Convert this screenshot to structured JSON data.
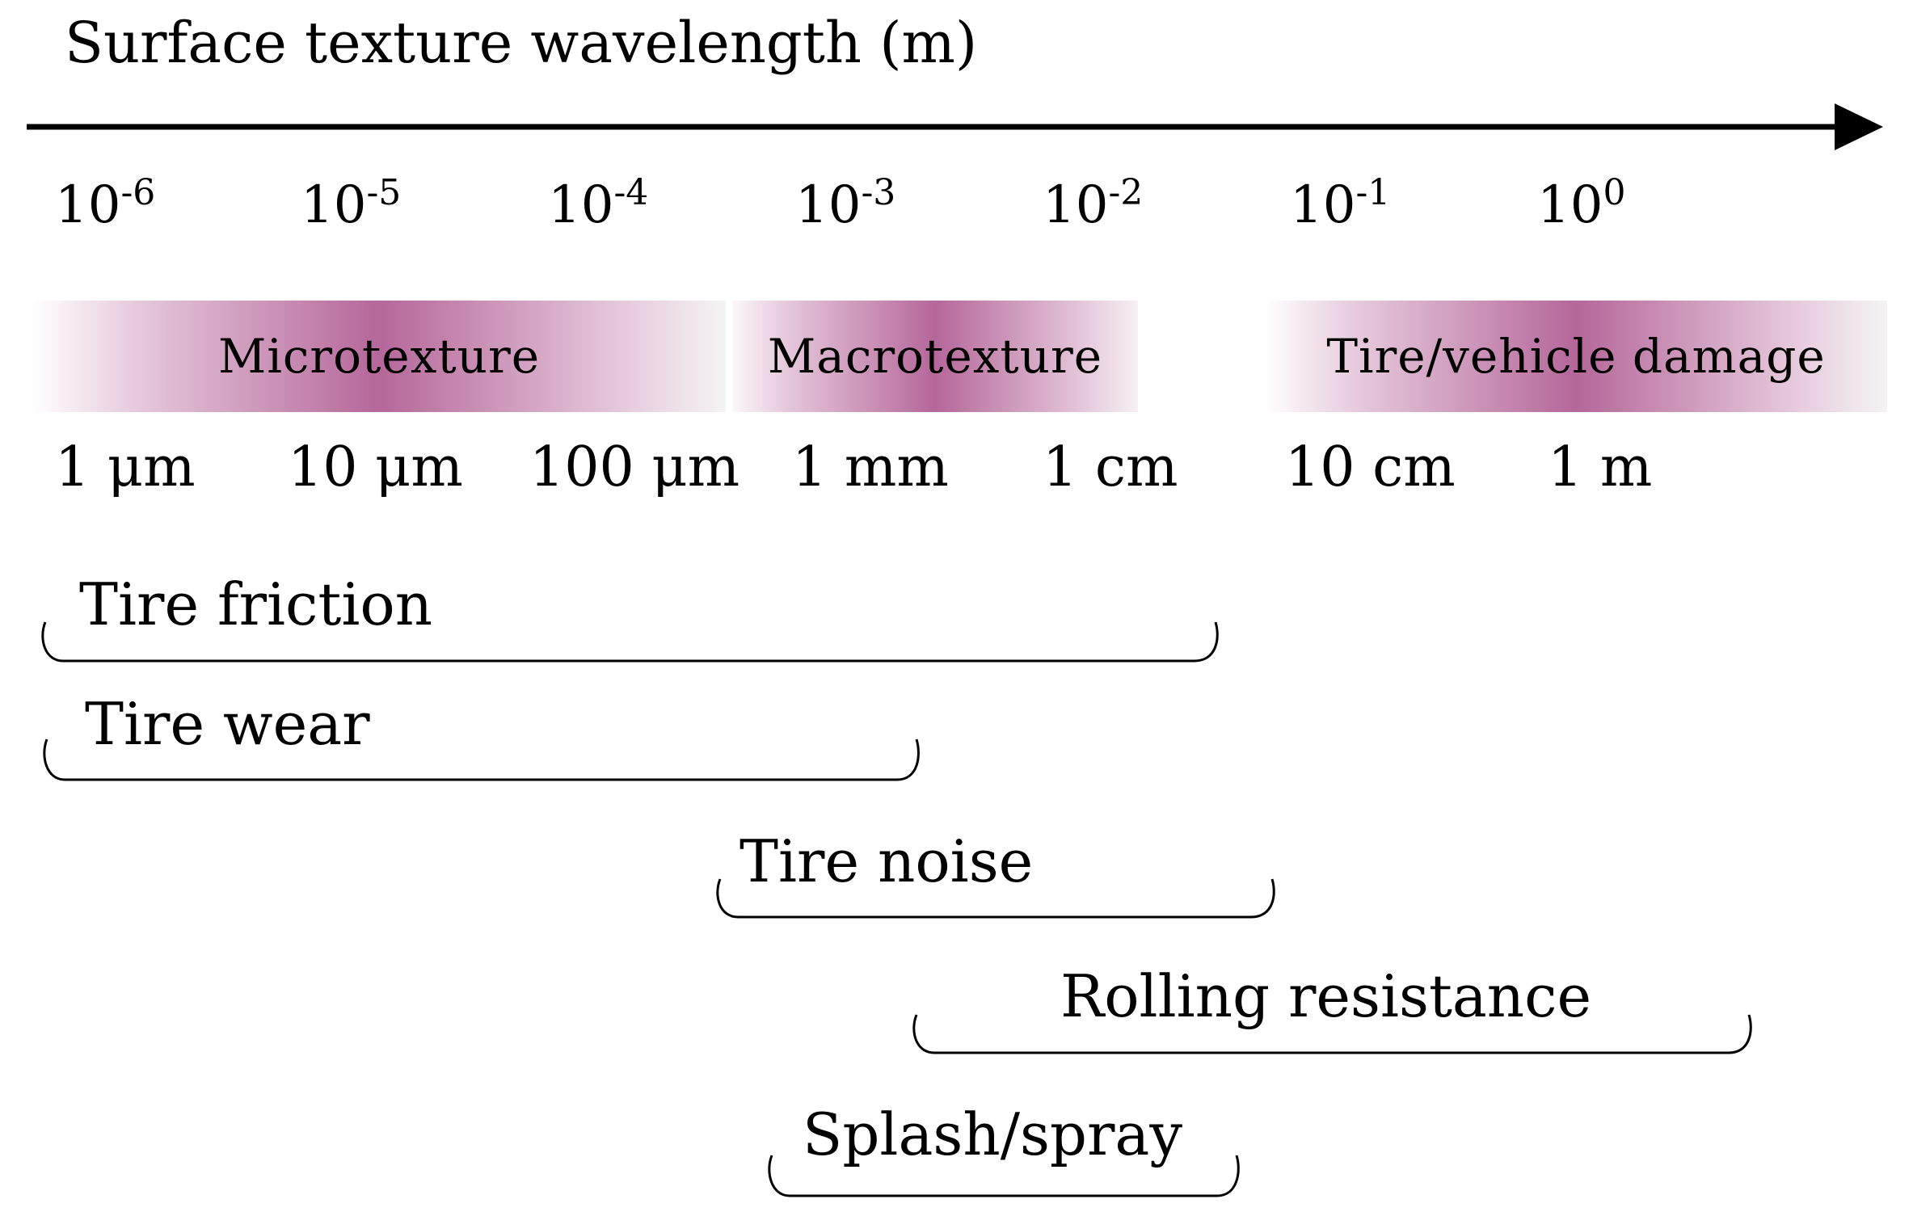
{
  "title": "Surface texture wavelength (m)",
  "scale_labels": [
    {
      "base": "10",
      "exp": "-6"
    },
    {
      "base": "10",
      "exp": "-5"
    },
    {
      "base": "10",
      "exp": "-4"
    },
    {
      "base": "10",
      "exp": "-3"
    },
    {
      "base": "10",
      "exp": "-2"
    },
    {
      "base": "10",
      "exp": "-1"
    },
    {
      "base": "10",
      "exp": "0"
    }
  ],
  "bands": [
    {
      "label": "Microtexture"
    },
    {
      "label": "Macrotexture"
    },
    {
      "label": "Tire/vehicle damage"
    }
  ],
  "unit_labels": [
    "1 μm",
    "10 μm",
    "100 μm",
    "1 mm",
    "1 cm",
    "10 cm",
    "1 m"
  ],
  "applications": [
    {
      "label": "Tire friction"
    },
    {
      "label": "Tire wear"
    },
    {
      "label": "Tire noise"
    },
    {
      "label": "Rolling resistance"
    },
    {
      "label": "Splash/spray"
    }
  ],
  "colors": {
    "band": "#b5679a",
    "line": "#000000"
  }
}
